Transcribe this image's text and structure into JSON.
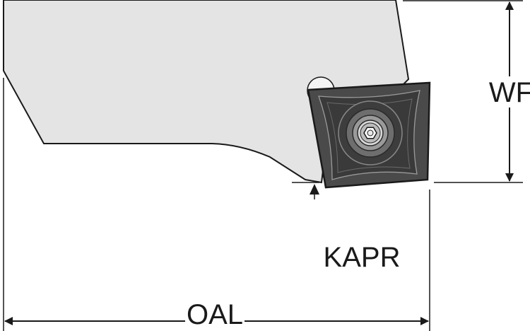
{
  "diagram": {
    "labels": {
      "wf": "WF",
      "kapr": "KAPR",
      "oal": "OAL"
    },
    "colors": {
      "holder_fill": "#e4e4e4",
      "insert_fill": "#4a4a4a",
      "line": "#1a1a1a"
    }
  }
}
